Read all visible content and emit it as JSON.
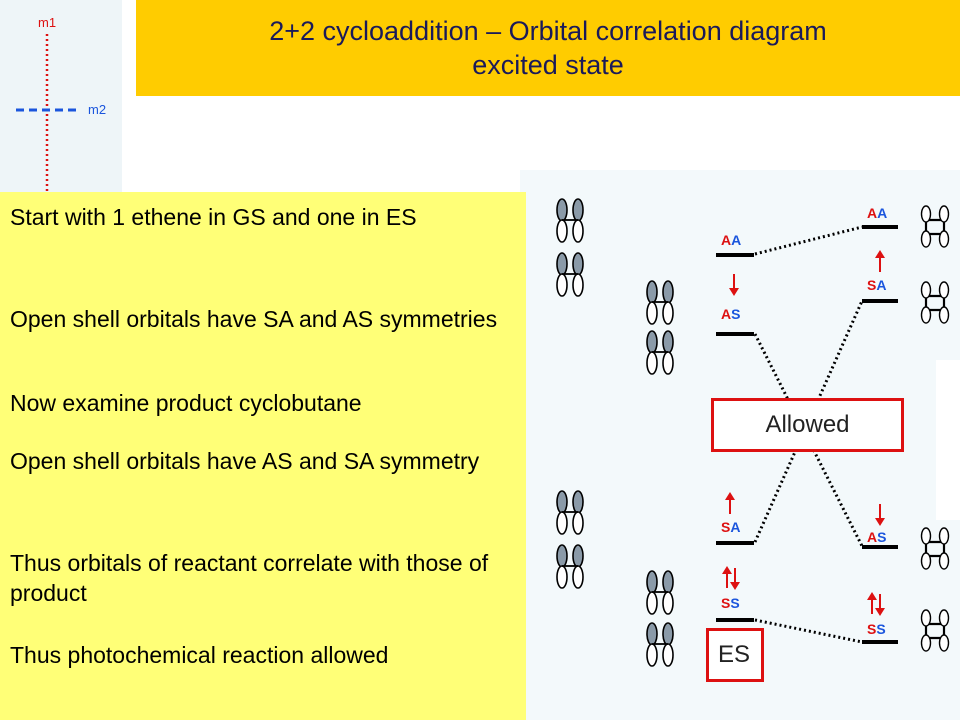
{
  "title": {
    "line1": "2+2 cycloaddition – Orbital correlation diagram",
    "line2": "excited state"
  },
  "mirror_planes": {
    "m1": "m1",
    "m2": "m2"
  },
  "notes": [
    "Start with 1 ethene in GS and one in ES",
    "Open shell orbitals have SA and AS symmetries",
    "Now examine product cyclobutane",
    "Open shell orbitals have AS and SA symmetry",
    "Thus orbitals of reactant correlate with those of product",
    "Thus photochemical reaction allowed"
  ],
  "callouts": {
    "allowed": "Allowed",
    "es": "ES"
  },
  "levels": {
    "reactant": [
      {
        "label": "AA",
        "electrons": "none"
      },
      {
        "label": "AS",
        "electrons": "down"
      },
      {
        "label": "SA",
        "electrons": "up"
      },
      {
        "label": "SS",
        "electrons": "pair"
      }
    ],
    "product": [
      {
        "label": "AA",
        "electrons": "none"
      },
      {
        "label": "SA",
        "electrons": "up"
      },
      {
        "label": "AS",
        "electrons": "down"
      },
      {
        "label": "SS",
        "electrons": "pair"
      }
    ]
  },
  "colors": {
    "symmetric": "#dd1111",
    "antisymmetric": "#1a55dd",
    "banner": "#ffcc00",
    "notes": "#ffff77"
  }
}
